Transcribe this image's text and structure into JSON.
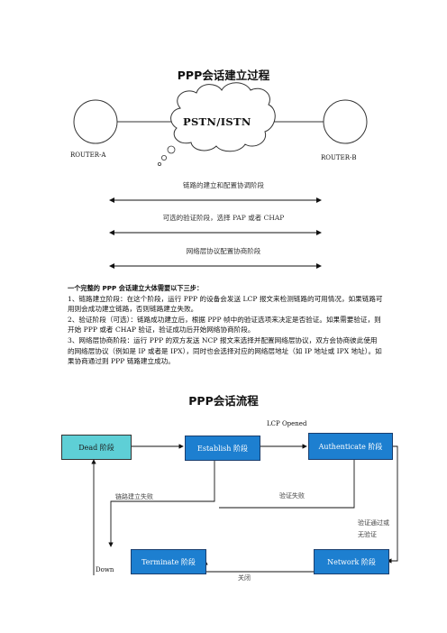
{
  "section1": {
    "title": "PPP会话建立过程",
    "cloud_label": "PSTN/ISTN",
    "router_a": "ROUTER-A",
    "router_b": "ROUTER-B",
    "stages": [
      "链路的建立和配置协调阶段",
      "可选的验证阶段，选择 PAP 或者 CHAP",
      "网络层协议配置协商阶段"
    ]
  },
  "intro": {
    "heading": "一个完整的 PPP 会话建立大体需要以下三步：",
    "steps": [
      "1、链路建立阶段：在这个阶段，运行 PPP 的设备会发送 LCP 报文来检测链路的可用情况，如果链路可用则会成功建立链路，否则链路建立失败。",
      "2、验证阶段（可选）：链路成功建立后，根据 PPP 帧中的验证选项来决定是否验证。如果需要验证，则开始 PPP 或者 CHAP 验证，验证成功后开始网络协商阶段。",
      "3、网络层协商阶段：运行 PPP 的双方发送 NCP 报文来选择并配置网络层协议，双方会协商彼此使用的网络层协议（例如是 IP 或者是 IPX），同时也会选择对应的网络层地址（如 IP 地址或 IPX 地址）。如果协商通过则 PPP 链路建立成功。"
    ]
  },
  "section2": {
    "title": "PPP会话流程",
    "boxes": {
      "dead": "Dead 阶段",
      "establish": "Establish 阶段",
      "authenticate": "Authenticate 阶段",
      "terminate": "Terminate 阶段",
      "network": "Network 阶段"
    },
    "labels": {
      "lcp_opened": "LCP Opened",
      "link_fail": "链路建立失败",
      "auth_fail": "验证失败",
      "auth_pass_line1": "验证通过或",
      "auth_pass_line2": "无验证",
      "down": "Down",
      "close": "关闭"
    }
  },
  "colors": {
    "dead_box": "#5ecfd6",
    "stage_box": "#1d7fd0"
  }
}
